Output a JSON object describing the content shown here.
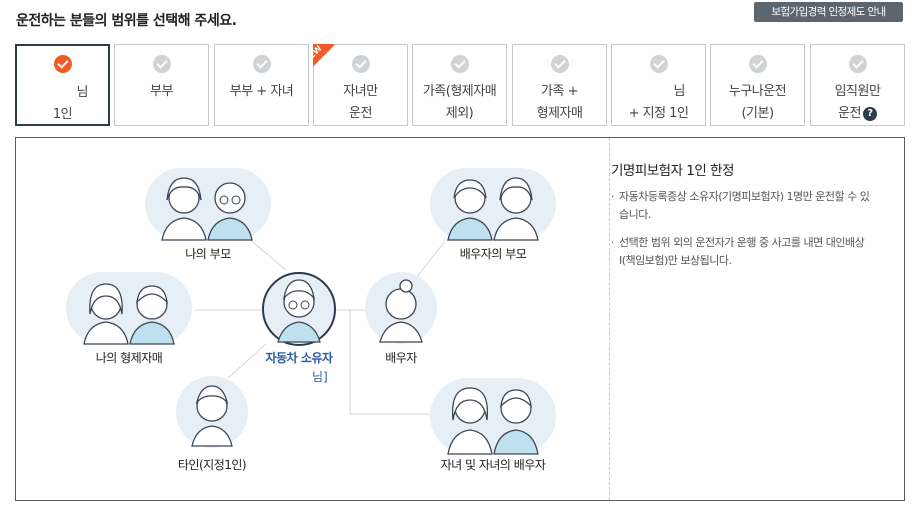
{
  "header": {
    "title": "운전하는 분들의 범위를 선택해 주세요.",
    "guide_button": "보험가입경력 인정제도 안내"
  },
  "tabs": [
    {
      "line1": "님",
      "line2": "1인",
      "selected": true
    },
    {
      "line1": "부부"
    },
    {
      "line1": "부부 + 자녀"
    },
    {
      "line1": "자녀만",
      "line2": "운전",
      "badge": "NEW"
    },
    {
      "line1": "가족(형제자매",
      "line2": "제외)"
    },
    {
      "line1": "가족 +",
      "line2": "형제자매"
    },
    {
      "line1": "님",
      "line2": "+ 지정 1인"
    },
    {
      "line1": "누구나운전",
      "line2": "(기본)"
    },
    {
      "line1": "임직원만",
      "line2": "운전",
      "help": "?"
    }
  ],
  "info": {
    "title": "기명피보험자 1인 한정",
    "bullet": "·",
    "items": [
      "자동차등록증상 소유자(기명피보험자) 1명만 운전할 수 있습니다.",
      "선택한 범위 외의 운전자가 운행 중 사고를 내면 대인배상I(책임보험)만 보상됩니다."
    ]
  },
  "diagram": {
    "parents": "나의 부모",
    "siblings": "나의 형제자매",
    "other": "타인(지정1인)",
    "owner": "자동차 소유자",
    "owner_sub": "님]",
    "spouse_parents": "배우자의 부모",
    "spouse": "배우자",
    "children": "자녀 및 자녀의 배우자"
  },
  "colors": {
    "accent": "#f05a24",
    "navy": "#2b3a4c",
    "owner_blue": "#2b5aa0",
    "bubble": "#e6eff6"
  }
}
